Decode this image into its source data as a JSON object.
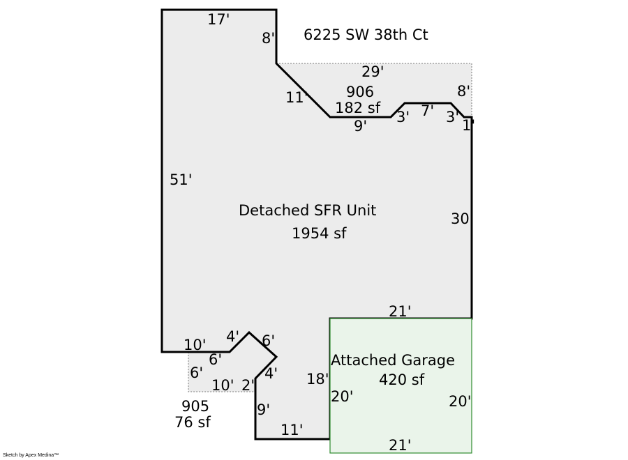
{
  "address": "6225 SW 38th Ct",
  "areas": {
    "main": {
      "name": "Detached SFR Unit",
      "area": "1954 sf"
    },
    "garage": {
      "name": "Attached Garage",
      "area": "420 sf"
    },
    "a906": {
      "code": "906",
      "area": "182 sf"
    },
    "a905": {
      "code": "905",
      "area": "76 sf"
    }
  },
  "dimensions": {
    "top": "17'",
    "top_right_drop": "8'",
    "diag_11": "11'",
    "top_29": "29'",
    "right_8": "8'",
    "bottom_9": "9'",
    "step_3a": "3'",
    "step_7": "7'",
    "step_3b": "3'",
    "step_1": "1'",
    "left_51": "51'",
    "right_30": "30'",
    "garage_top_21": "21'",
    "bl_10": "10'",
    "bump_4a": "4'",
    "bump_6a": "6'",
    "inner_6": "6'",
    "dotted_6": "6'",
    "bump_4b": "4'",
    "dotted_10": "10'",
    "seg_2": "2'",
    "seg_18": "18'",
    "seg_9": "9'",
    "seg_11": "11'",
    "garage_left_20": "20'",
    "garage_right_20": "20'",
    "garage_bottom_21": "21'"
  },
  "colors": {
    "fill": "#ececec",
    "garage_fill": "#eaf4ea",
    "garage_border": "#2e8b2e"
  },
  "credit": "Sketch by Apex Medina™"
}
